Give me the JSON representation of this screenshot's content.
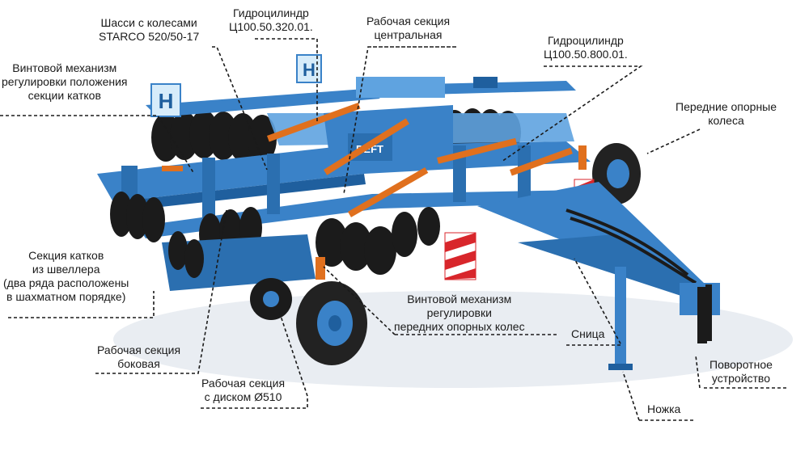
{
  "colors": {
    "frame": "#3a82c8",
    "frame_dark": "#1f5f9e",
    "frame_light": "#5fa3e0",
    "cylinder": "#e0701e",
    "disc": "#1b1b1b",
    "tire": "#222222",
    "hazard_red": "#d8262b"
  },
  "labels": {
    "chassis": [
      "Шасси с колесами",
      "STARCO 520/50-17"
    ],
    "hydro_1": [
      "Гидроцилиндр",
      "Ц100.50.320.01."
    ],
    "central_section": [
      "Рабочая секция",
      "центральная"
    ],
    "hydro_2": [
      "Гидроцилиндр",
      "Ц100.50.800.01."
    ],
    "screw_rollers": [
      "Винтовой механизм",
      "регулировки положения",
      "секции катков"
    ],
    "front_wheels": [
      "Передние опорные",
      "колеса"
    ],
    "roller_section": [
      "Секция катков",
      "из швеллера",
      "(два ряда расположены",
      "в шахматном порядке)"
    ],
    "screw_front": [
      "Винтовой механизм",
      "регулировки",
      "передних опорных колес"
    ],
    "drawbar": [
      "Сница"
    ],
    "side_section": [
      "Рабочая секция",
      "боковая"
    ],
    "disc_section": [
      "Рабочая секция",
      "с диском Ø510"
    ],
    "swivel": [
      "Поворотное",
      "устройство"
    ],
    "leg": [
      "Ножка"
    ]
  },
  "machine_text": {
    "brand": "DEFT",
    "plate_1": "H",
    "plate_2": "H"
  }
}
